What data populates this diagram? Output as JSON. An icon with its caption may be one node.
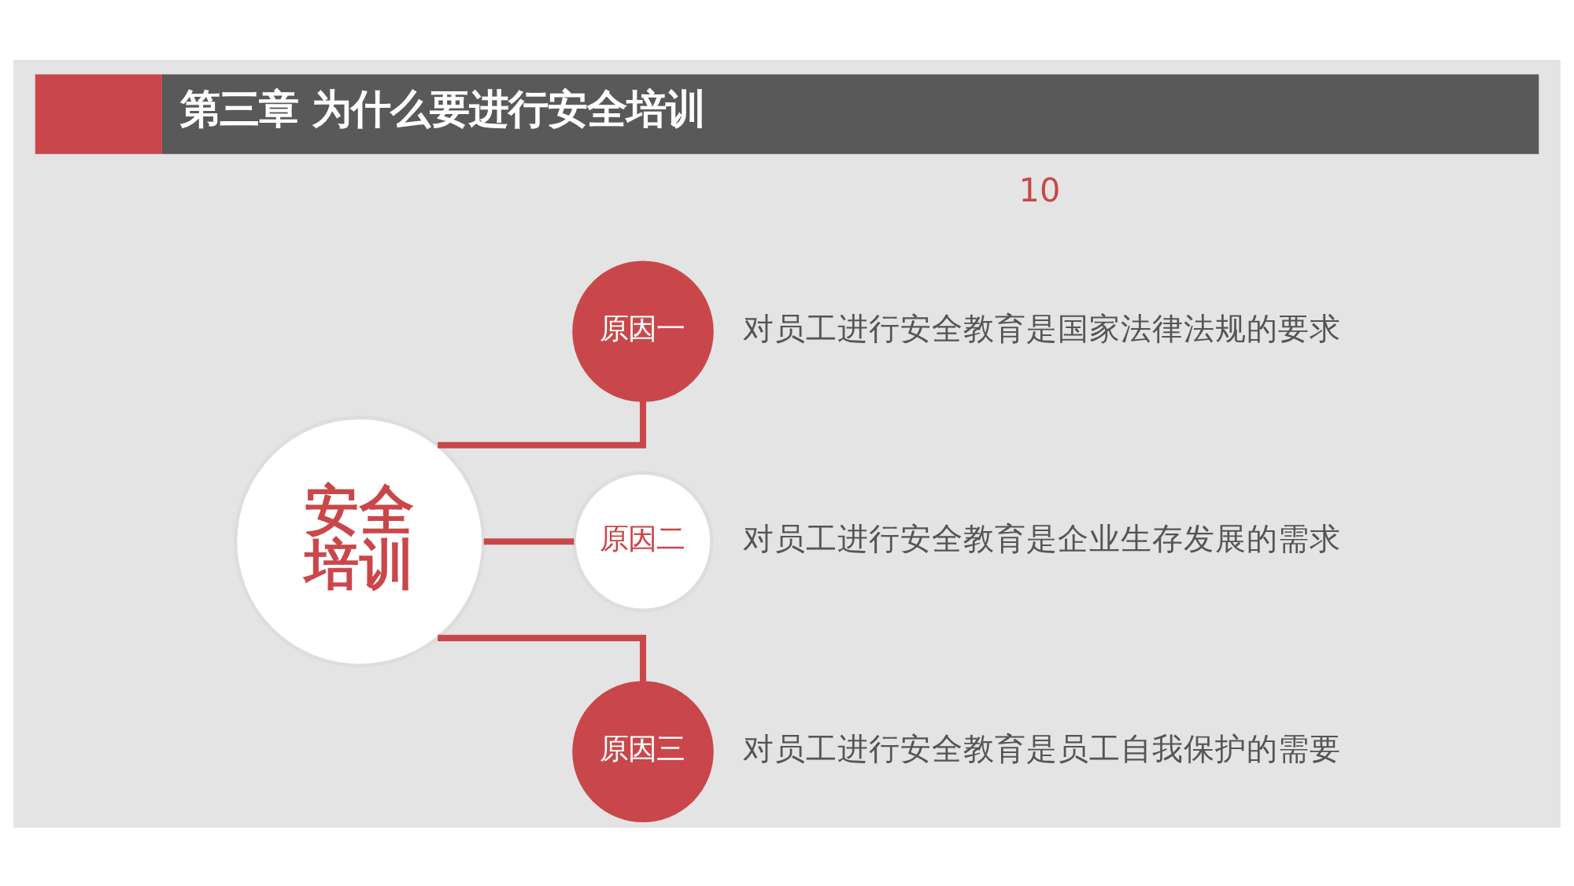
{
  "diagram": {
    "title": "第三章 为什么要进行安全培训",
    "nodes": [
      {
        "text": [
          "安全培训"
        ]
      },
      {
        "text": [
          "原因一"
        ],
        "beside": [
          "对员工进行安全教育是国家法律法规的要求"
        ]
      },
      {
        "text": [
          "原因二"
        ],
        "beside": [
          "对员工进行安全教育是企业生存发展的需求"
        ]
      },
      {
        "text": [
          "原因三"
        ],
        "beside": [
          "对员工进行安全教育是员工自我保护的需要"
        ]
      }
    ],
    "edges": [
      {
        "from": 0,
        "to": 1,
        "arrow": "none"
      },
      {
        "from": 0,
        "to": 2,
        "arrow": "none"
      },
      {
        "from": 0,
        "to": 3,
        "arrow": "none"
      }
    ],
    "labels": [
      "10"
    ]
  }
}
